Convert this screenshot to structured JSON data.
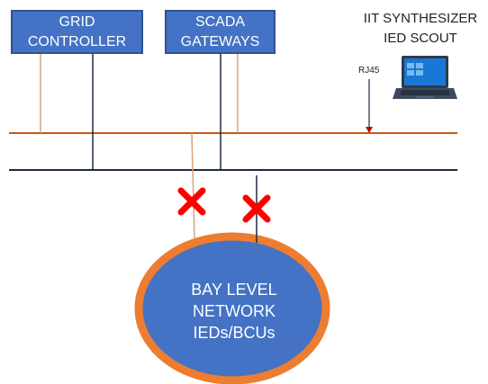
{
  "nodes": {
    "grid_controller": {
      "line1": "GRID",
      "line2": "CONTROLLER"
    },
    "scada_gateways": {
      "line1": "SCADA",
      "line2": "GATEWAYS"
    },
    "ied_tool": {
      "line1": "IIT SYNTHESIZER",
      "line2": "IED SCOUT"
    },
    "bay_network": {
      "line1": "BAY LEVEL",
      "line2": "NETWORK",
      "line3": "IEDs/BCUs"
    }
  },
  "labels": {
    "port": "RJ45"
  },
  "colors": {
    "box_fill": "#4472c4",
    "box_border": "#2f528f",
    "bus_orange": "#c55a11",
    "bus_dark": "#1f2a44",
    "link_tan": "#d9a37c",
    "ellipse_ring": "#ed7d31",
    "cross_red": "#ff0000"
  },
  "icons": {
    "laptop": "laptop-icon",
    "blocked": "x-mark-icon"
  }
}
